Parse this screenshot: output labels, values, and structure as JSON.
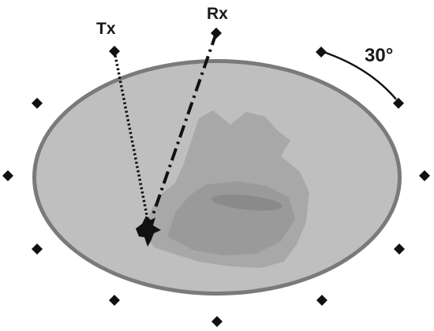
{
  "labels": {
    "tx": "Tx",
    "rx": "Rx",
    "angle": "30°"
  },
  "colors": {
    "background": "#ffffff",
    "ellipse_outer": "#7a7a7a",
    "ellipse_fill": "#bfbfbf",
    "region_mid": "#a8a8a8",
    "region_dark": "#9a9a9a",
    "streak": "#8a8a8a",
    "markers": "#111111",
    "lines": "#111111"
  },
  "electrode_count": 12,
  "electrode_spacing_deg": 30
}
